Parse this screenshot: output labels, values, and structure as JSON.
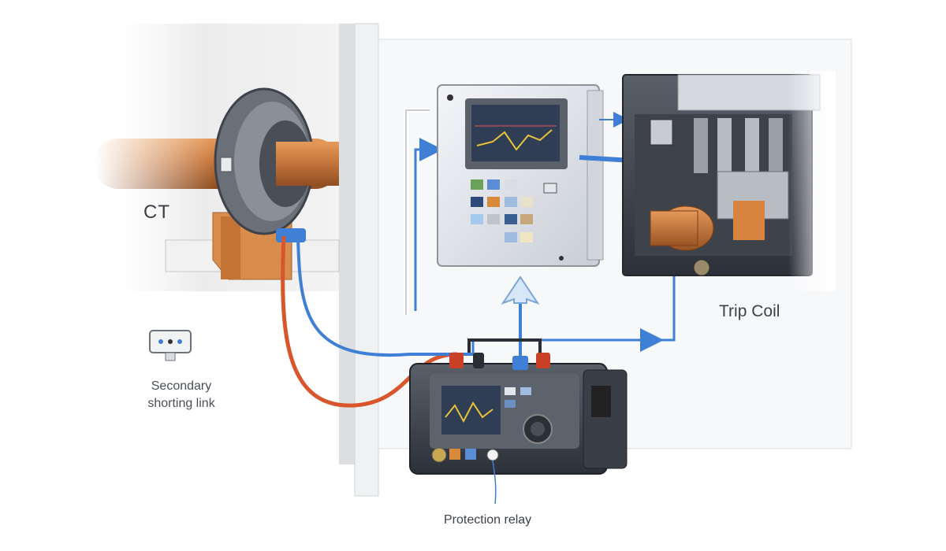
{
  "labels": {
    "ct": "CT",
    "shorting_line1": "Secondary",
    "shorting_line2": "shorting link",
    "trip_coil": "Trip Coil",
    "protection_relay": "Protection relay"
  },
  "colors": {
    "busbar": "#c7773c",
    "wire_red": "#d9552b",
    "wire_blue": "#3f7fd6",
    "panel_gray": "#eceef1",
    "screen_bg": "#2f3e55",
    "waveform": "#e8c23a"
  }
}
